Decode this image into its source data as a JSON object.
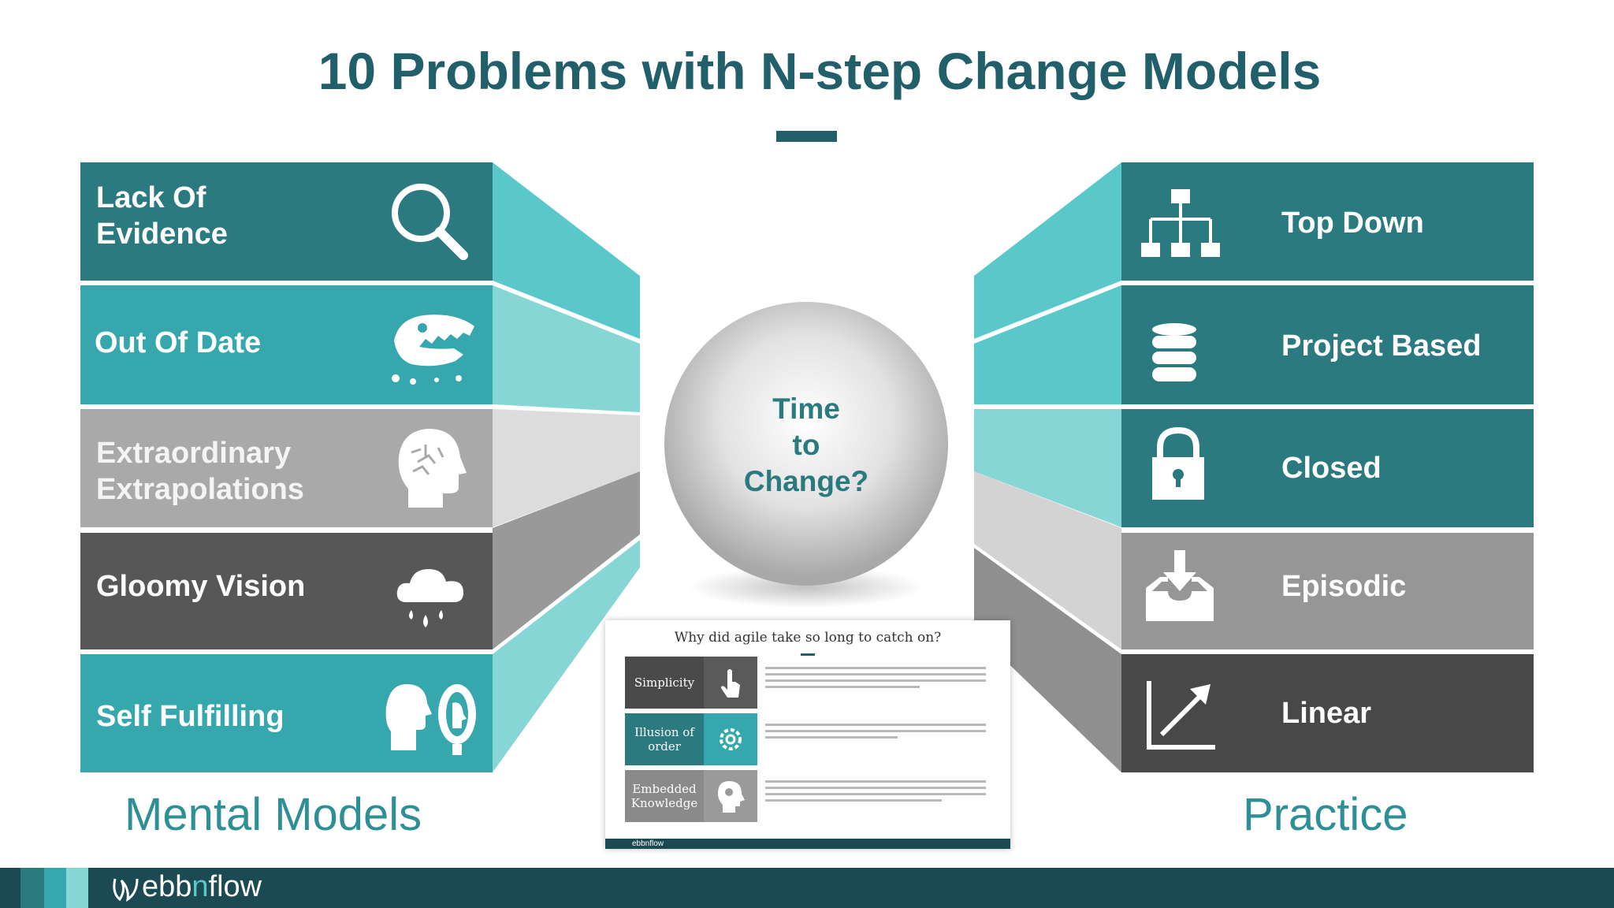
{
  "title": "10 Problems with N-step Change Models",
  "center": {
    "line1": "Time",
    "line2": "to",
    "line3": "Change?"
  },
  "left": {
    "heading": "Mental Models",
    "items": [
      {
        "line1": "Lack Of",
        "line2": "Evidence",
        "icon": "magnifier-icon",
        "color": "#2b7a80"
      },
      {
        "line1": "Out Of Date",
        "line2": "",
        "icon": "dinosaur-skull-icon",
        "color": "#36a8ad"
      },
      {
        "line1": "Extraordinary",
        "line2": "Extrapolations",
        "icon": "brain-head-icon",
        "color": "#a9a9a9"
      },
      {
        "line1": "Gloomy Vision",
        "line2": "",
        "icon": "rain-cloud-icon",
        "color": "#575757"
      },
      {
        "line1": "Self Fulfilling",
        "line2": "",
        "icon": "head-mirror-icon",
        "color": "#36a8ad"
      }
    ]
  },
  "right": {
    "heading": "Practice",
    "items": [
      {
        "label": "Top Down",
        "icon": "org-chart-icon",
        "color": "#2b7a80"
      },
      {
        "label": "Project Based",
        "icon": "database-icon",
        "color": "#2b7a80"
      },
      {
        "label": "Closed",
        "icon": "padlock-icon",
        "color": "#2b7a80"
      },
      {
        "label": "Episodic",
        "icon": "inbox-download-icon",
        "color": "#969696"
      },
      {
        "label": "Linear",
        "icon": "trend-arrow-icon",
        "color": "#484848"
      }
    ]
  },
  "inset": {
    "title": "Why did agile take so long to catch on?",
    "rows": [
      {
        "label": "Simplicity",
        "icon": "pointer-hand-icon"
      },
      {
        "label": "Illusion of order",
        "icon": "gear-icon"
      },
      {
        "label": "Embedded Knowledge",
        "icon": "head-gears-icon"
      }
    ],
    "footer_logo": "ebbnflow"
  },
  "footer": {
    "logo_prefix": "ebb",
    "logo_n": "n",
    "logo_suffix": "flow"
  },
  "colors": {
    "dark_teal": "#215f6b",
    "teal": "#36a8ad",
    "light_teal": "#5ac8cb",
    "pale_teal": "#86d6d6",
    "footer": "#1b4a53"
  }
}
